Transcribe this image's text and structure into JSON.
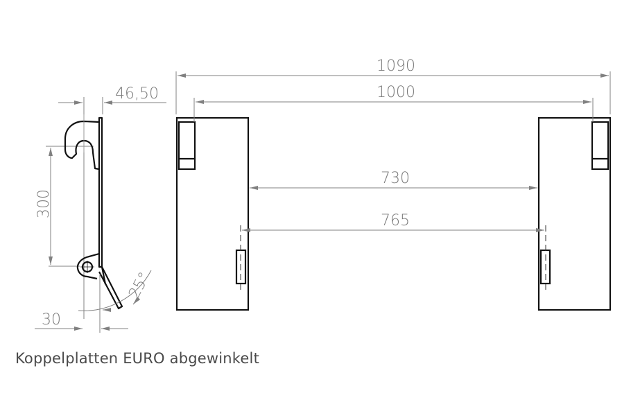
{
  "caption": "Koppelplatten EURO abgewinkelt",
  "colors": {
    "outline": "#111111",
    "dimension": "#808080",
    "dimension_text": "#7a7a7a",
    "caption": "#4a4a4a",
    "background": "#ffffff"
  },
  "side_view": {
    "dimensions": {
      "top_width": "46,50",
      "height": "300",
      "bottom_offset": "30",
      "angle": "25°"
    }
  },
  "front_view": {
    "dimensions": {
      "overall_width": "1090",
      "hook_centers": "1000",
      "inner_clearance": "730",
      "pin_centers": "765"
    }
  }
}
